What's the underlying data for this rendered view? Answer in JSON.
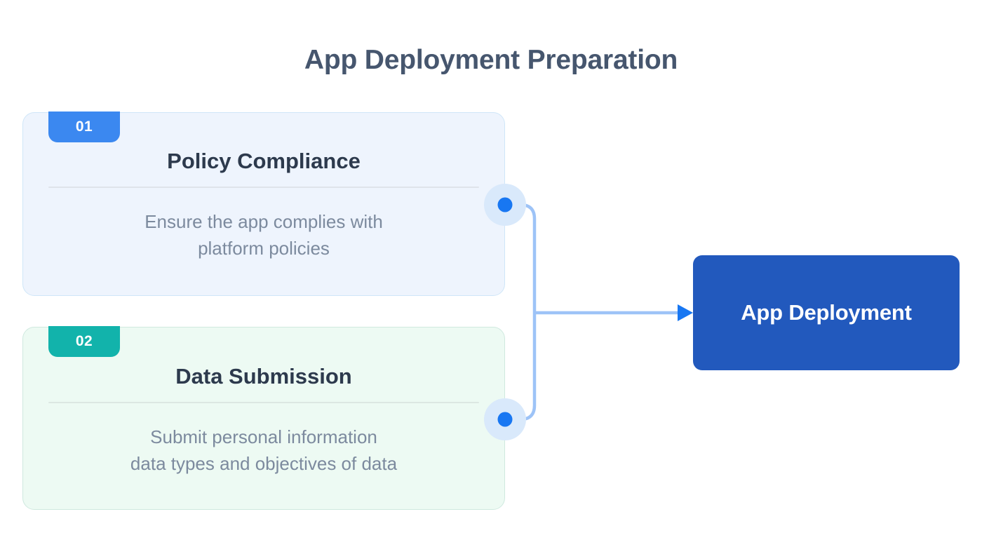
{
  "title": "App Deployment Preparation",
  "steps": [
    {
      "number": "01",
      "title": "Policy Compliance",
      "desc_line1": "Ensure the app complies with",
      "desc_line2": "platform policies",
      "badge_color": "#3b88f0",
      "card_bg": "#eef4fd",
      "card_border": "#cfe6f8"
    },
    {
      "number": "02",
      "title": "Data Submission",
      "desc_line1": "Submit personal information",
      "desc_line2": "data types and objectives of data",
      "badge_color": "#12b3ab",
      "card_bg": "#edfaf3",
      "card_border": "#cfe9df"
    }
  ],
  "target": {
    "label": "App Deployment",
    "bg_color": "#2259bd",
    "text_color": "#ffffff"
  },
  "connector": {
    "line_color": "#9dc3f7",
    "dot_color": "#1877f2",
    "halo_color": "#d9e9fb",
    "arrow_color": "#1877f2"
  },
  "colors": {
    "title_text": "#46566e",
    "card_title_text": "#2d3a4d",
    "card_desc_text": "#7c8a9e",
    "background": "#ffffff"
  }
}
